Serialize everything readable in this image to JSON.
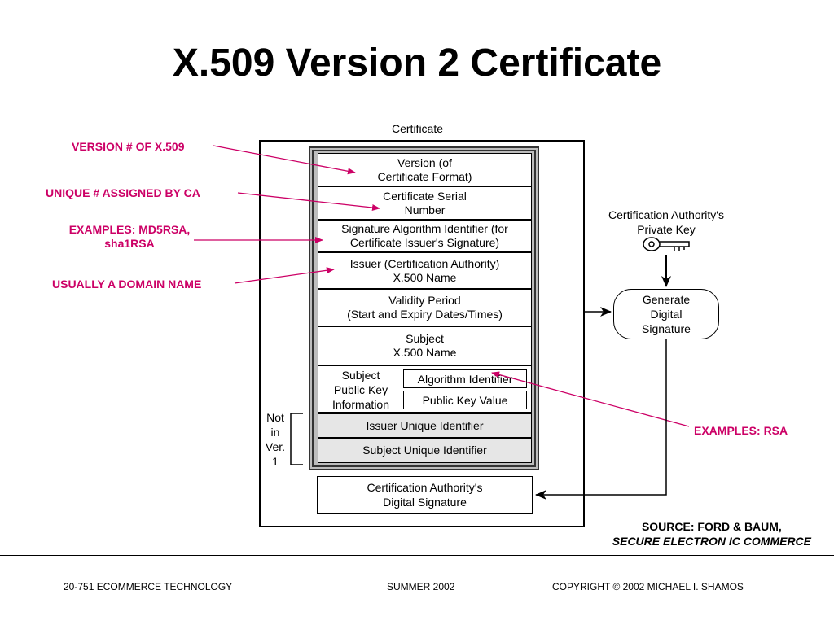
{
  "title": "X.509 Version 2 Certificate",
  "certificate_caption": "Certificate",
  "annotations": {
    "version": "VERSION # OF X.509",
    "unique": "UNIQUE # ASSIGNED BY CA",
    "examples_algo_1": "EXAMPLES: MD5RSA,",
    "examples_algo_2": "sha1RSA",
    "domain": "USUALLY A DOMAIN NAME",
    "examples_rsa": "EXAMPLES: RSA"
  },
  "fields": {
    "version_1": "Version (of",
    "version_2": "Certificate Format)",
    "serial_1": "Certificate Serial",
    "serial_2": "Number",
    "sigalg_1": "Signature Algorithm Identifier (for",
    "sigalg_2": "Certificate Issuer's Signature)",
    "issuer_1": "Issuer (Certification Authority)",
    "issuer_2": "X.500 Name",
    "validity_1": "Validity Period",
    "validity_2": "(Start and Expiry Dates/Times)",
    "subject_1": "Subject",
    "subject_2": "X.500 Name",
    "spki_1": "Subject",
    "spki_2": "Public Key",
    "spki_3": "Information",
    "algo_id": "Algorithm Identifier",
    "pk_value": "Public Key Value",
    "issuer_uid": "Issuer Unique Identifier",
    "subject_uid": "Subject Unique Identifier"
  },
  "not_in_ver": [
    "Not",
    "in",
    "Ver.",
    "1"
  ],
  "ca_signature_1": "Certification Authority's",
  "ca_signature_2": "Digital Signature",
  "ca_private_key_1": "Certification Authority's",
  "ca_private_key_2": "Private Key",
  "generate_1": "Generate",
  "generate_2": "Digital",
  "generate_3": "Signature",
  "source_1": "SOURCE: FORD & BAUM,",
  "source_2": "SECURE ELECTRON IC COMMERCE",
  "footer": {
    "left": "20-751 ECOMMERCE TECHNOLOGY",
    "center": "SUMMER 2002",
    "right": "COPYRIGHT © 2002 MICHAEL I. SHAMOS"
  },
  "colors": {
    "annotation": "#cc0066",
    "inner_frame": "#bdbdbd"
  },
  "icons": {
    "key": "key-icon"
  }
}
